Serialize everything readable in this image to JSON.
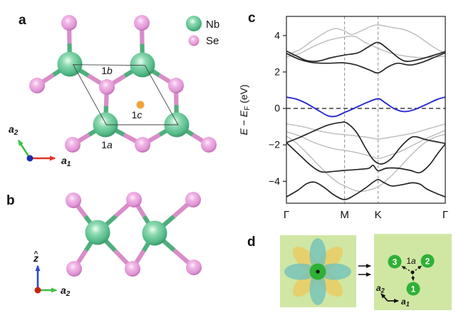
{
  "figure": {
    "panels": {
      "a": {
        "label": "a",
        "legend": [
          {
            "name": "Nb",
            "color": "#53bb88"
          },
          {
            "name": "Se",
            "color": "#e094d4"
          }
        ],
        "sites": [
          {
            "num": "1",
            "letter": "b"
          },
          {
            "num": "1",
            "letter": "c"
          },
          {
            "num": "1",
            "letter": "a"
          }
        ],
        "axes": {
          "a1": {
            "base": "a",
            "sub": "1"
          },
          "a2": {
            "base": "a",
            "sub": "2"
          }
        }
      },
      "b": {
        "label": "b",
        "axes": {
          "z": {
            "base": "z",
            "hat": "^"
          },
          "a2": {
            "base": "a",
            "sub": "2"
          }
        }
      },
      "c": {
        "label": "c"
      },
      "d": {
        "label": "d",
        "site": {
          "num": "1",
          "letter": "a"
        },
        "orbital_sites": [
          {
            "num": "3"
          },
          {
            "num": "2"
          },
          {
            "num": "1"
          }
        ],
        "axes": {
          "a1": {
            "base": "a",
            "sub": "1"
          },
          "a2": {
            "base": "a",
            "sub": "2"
          }
        }
      }
    },
    "colors": {
      "nb_green": "#53bb88",
      "se_pink": "#e094d4",
      "site_1c_orange": "#f2a43a",
      "band_black": "#262626",
      "band_gray": "#bcbcbc",
      "band_blue": "#2929d2",
      "d_background": "#cfe7a3",
      "d_petal_blue": "#6fc0bd",
      "d_petal_yellow": "#ecc95d",
      "d_circle_green": "#2eb135",
      "axis_red": "#e03127",
      "axis_green": "#3fbf44",
      "axis_blue": "#2e45d4",
      "origin_dot_blue": "#1c2db0",
      "origin_dot_red": "#c52310"
    }
  },
  "chart_data": {
    "type": "line",
    "description": "Electronic band structure along high-symmetry path",
    "ylabel": "E − E_F (eV)",
    "ylabel_parts": {
      "e1": "E",
      "minus": " − ",
      "e2": "E",
      "sub": "F",
      "units": " (eV)"
    },
    "ylim": [
      -5.2,
      5.05
    ],
    "yticks": [
      -4,
      -2,
      0,
      2,
      4
    ],
    "xticks": [
      {
        "label": "Γ",
        "pos": 0
      },
      {
        "label": "M",
        "pos": 0.366
      },
      {
        "label": "K",
        "pos": 0.577
      },
      {
        "label": "Γ",
        "pos": 1
      }
    ],
    "dashed_vertical_at": [
      0.366,
      0.577
    ],
    "fermi_level": 0,
    "legend_position": "none",
    "grid": false,
    "series": [
      {
        "name": "conduction-gray-upper",
        "color": "#bcbcbc",
        "width": 1.4,
        "points": [
          [
            0,
            2.95
          ],
          [
            0.08,
            3.2
          ],
          [
            0.16,
            3.7
          ],
          [
            0.25,
            4.2
          ],
          [
            0.31,
            4.38
          ],
          [
            0.366,
            4.25
          ],
          [
            0.41,
            4.06
          ],
          [
            0.47,
            4.25
          ],
          [
            0.53,
            4.5
          ],
          [
            0.577,
            4.58
          ],
          [
            0.66,
            4.45
          ],
          [
            0.75,
            4.3
          ],
          [
            0.83,
            3.95
          ],
          [
            0.92,
            3.4
          ],
          [
            1,
            3.0
          ]
        ]
      },
      {
        "name": "conduction-gray-lower",
        "color": "#bcbcbc",
        "width": 1.4,
        "points": [
          [
            0,
            2.82
          ],
          [
            0.08,
            3.0
          ],
          [
            0.17,
            3.4
          ],
          [
            0.27,
            3.75
          ],
          [
            0.366,
            3.92
          ],
          [
            0.43,
            3.95
          ],
          [
            0.5,
            3.6
          ],
          [
            0.577,
            3.3
          ],
          [
            0.65,
            3.05
          ],
          [
            0.73,
            2.9
          ],
          [
            0.82,
            2.8
          ],
          [
            0.91,
            2.8
          ],
          [
            1,
            2.88
          ]
        ]
      },
      {
        "name": "valence-gray-shallow",
        "color": "#bcbcbc",
        "width": 1.4,
        "points": [
          [
            0,
            -0.85
          ],
          [
            0.1,
            -1.0
          ],
          [
            0.2,
            -1.22
          ],
          [
            0.3,
            -1.38
          ],
          [
            0.366,
            -1.44
          ],
          [
            0.45,
            -1.52
          ],
          [
            0.52,
            -1.6
          ],
          [
            0.577,
            -1.68
          ],
          [
            0.64,
            -1.6
          ],
          [
            0.72,
            -1.48
          ],
          [
            0.8,
            -1.35
          ],
          [
            0.9,
            -1.1
          ],
          [
            1,
            -0.85
          ]
        ]
      },
      {
        "name": "valence-gray-middle",
        "color": "#bcbcbc",
        "width": 1.4,
        "points": [
          [
            0,
            -1.28
          ],
          [
            0.08,
            -1.5
          ],
          [
            0.16,
            -1.82
          ],
          [
            0.25,
            -2.1
          ],
          [
            0.32,
            -2.25
          ],
          [
            0.366,
            -2.3
          ],
          [
            0.44,
            -2.42
          ],
          [
            0.52,
            -2.6
          ],
          [
            0.577,
            -2.75
          ],
          [
            0.64,
            -2.6
          ],
          [
            0.72,
            -2.35
          ],
          [
            0.8,
            -2.0
          ],
          [
            0.88,
            -1.65
          ],
          [
            1,
            -1.2
          ]
        ]
      },
      {
        "name": "valence-gray-deep",
        "color": "#bcbcbc",
        "width": 1.4,
        "points": [
          [
            0,
            -1.52
          ],
          [
            0.07,
            -1.95
          ],
          [
            0.14,
            -2.55
          ],
          [
            0.2,
            -3.1
          ],
          [
            0.27,
            -3.7
          ],
          [
            0.33,
            -4.1
          ],
          [
            0.366,
            -4.25
          ],
          [
            0.43,
            -4.5
          ],
          [
            0.48,
            -4.55
          ],
          [
            0.53,
            -4.45
          ],
          [
            0.577,
            -4.3
          ],
          [
            0.63,
            -3.95
          ],
          [
            0.7,
            -3.35
          ],
          [
            0.78,
            -2.6
          ],
          [
            0.86,
            -1.95
          ],
          [
            0.93,
            -1.6
          ],
          [
            1,
            -1.42
          ]
        ]
      },
      {
        "name": "conduction-black-upper",
        "color": "#262626",
        "width": 1.7,
        "points": [
          [
            0,
            3.15
          ],
          [
            0.07,
            2.85
          ],
          [
            0.13,
            2.62
          ],
          [
            0.2,
            2.6
          ],
          [
            0.28,
            2.78
          ],
          [
            0.366,
            2.93
          ],
          [
            0.45,
            3.05
          ],
          [
            0.52,
            3.4
          ],
          [
            0.577,
            3.62
          ],
          [
            0.64,
            3.25
          ],
          [
            0.71,
            2.75
          ],
          [
            0.76,
            2.58
          ],
          [
            0.84,
            2.7
          ],
          [
            0.92,
            2.9
          ],
          [
            1,
            3.12
          ]
        ]
      },
      {
        "name": "conduction-black-lower",
        "color": "#262626",
        "width": 1.7,
        "points": [
          [
            0,
            3.02
          ],
          [
            0.08,
            2.7
          ],
          [
            0.16,
            2.52
          ],
          [
            0.25,
            2.48
          ],
          [
            0.32,
            2.5
          ],
          [
            0.366,
            2.5
          ],
          [
            0.44,
            2.38
          ],
          [
            0.52,
            2.12
          ],
          [
            0.577,
            1.95
          ],
          [
            0.64,
            2.28
          ],
          [
            0.7,
            2.48
          ],
          [
            0.78,
            2.38
          ],
          [
            0.86,
            2.55
          ],
          [
            0.93,
            2.8
          ],
          [
            1,
            3.05
          ]
        ]
      },
      {
        "name": "valence-black-top",
        "color": "#262626",
        "width": 1.7,
        "points": [
          [
            0,
            -1.88
          ],
          [
            0.08,
            -1.6
          ],
          [
            0.17,
            -1.25
          ],
          [
            0.26,
            -0.92
          ],
          [
            0.34,
            -0.77
          ],
          [
            0.38,
            -0.8
          ],
          [
            0.44,
            -1.3
          ],
          [
            0.5,
            -2.2
          ],
          [
            0.55,
            -2.85
          ],
          [
            0.6,
            -3.05
          ],
          [
            0.66,
            -2.75
          ],
          [
            0.72,
            -2.1
          ],
          [
            0.78,
            -1.62
          ],
          [
            0.82,
            -1.56
          ],
          [
            0.88,
            -1.72
          ],
          [
            1,
            -1.92
          ]
        ]
      },
      {
        "name": "valence-black-flat",
        "color": "#262626",
        "width": 1.7,
        "points": [
          [
            0,
            -1.88
          ],
          [
            0.07,
            -2.45
          ],
          [
            0.15,
            -3.1
          ],
          [
            0.22,
            -3.48
          ],
          [
            0.3,
            -3.45
          ],
          [
            0.366,
            -3.4
          ],
          [
            0.45,
            -3.35
          ],
          [
            0.52,
            -3.28
          ],
          [
            0.545,
            -3.12
          ],
          [
            0.577,
            -3.42
          ],
          [
            0.63,
            -3.28
          ],
          [
            0.7,
            -3.28
          ],
          [
            0.78,
            -3.4
          ],
          [
            0.84,
            -3.52
          ],
          [
            0.9,
            -3.1
          ],
          [
            0.95,
            -2.5
          ],
          [
            1,
            -1.95
          ]
        ]
      },
      {
        "name": "valence-black-bottom",
        "color": "#262626",
        "width": 1.7,
        "points": [
          [
            0,
            -4.85
          ],
          [
            0.07,
            -4.5
          ],
          [
            0.13,
            -4.12
          ],
          [
            0.18,
            -4.05
          ],
          [
            0.24,
            -4.35
          ],
          [
            0.3,
            -4.75
          ],
          [
            0.366,
            -5.0
          ],
          [
            0.43,
            -4.75
          ],
          [
            0.5,
            -4.35
          ],
          [
            0.545,
            -4.05
          ],
          [
            0.577,
            -3.9
          ],
          [
            0.61,
            -4.05
          ],
          [
            0.66,
            -4.25
          ],
          [
            0.72,
            -4.2
          ],
          [
            0.79,
            -4.08
          ],
          [
            0.84,
            -4.15
          ],
          [
            0.88,
            -4.4
          ],
          [
            0.94,
            -4.65
          ],
          [
            1,
            -4.85
          ]
        ]
      },
      {
        "name": "half-filled-band-blue",
        "color": "#2929d2",
        "width": 1.9,
        "points": [
          [
            0,
            0.62
          ],
          [
            0.06,
            0.52
          ],
          [
            0.12,
            0.3
          ],
          [
            0.19,
            -0.05
          ],
          [
            0.26,
            -0.4
          ],
          [
            0.31,
            -0.43
          ],
          [
            0.366,
            -0.22
          ],
          [
            0.42,
            -0.02
          ],
          [
            0.5,
            0.3
          ],
          [
            0.577,
            0.53
          ],
          [
            0.62,
            0.32
          ],
          [
            0.68,
            -0.02
          ],
          [
            0.74,
            -0.17
          ],
          [
            0.8,
            -0.08
          ],
          [
            0.88,
            0.22
          ],
          [
            0.95,
            0.5
          ],
          [
            1,
            0.62
          ]
        ]
      }
    ]
  }
}
